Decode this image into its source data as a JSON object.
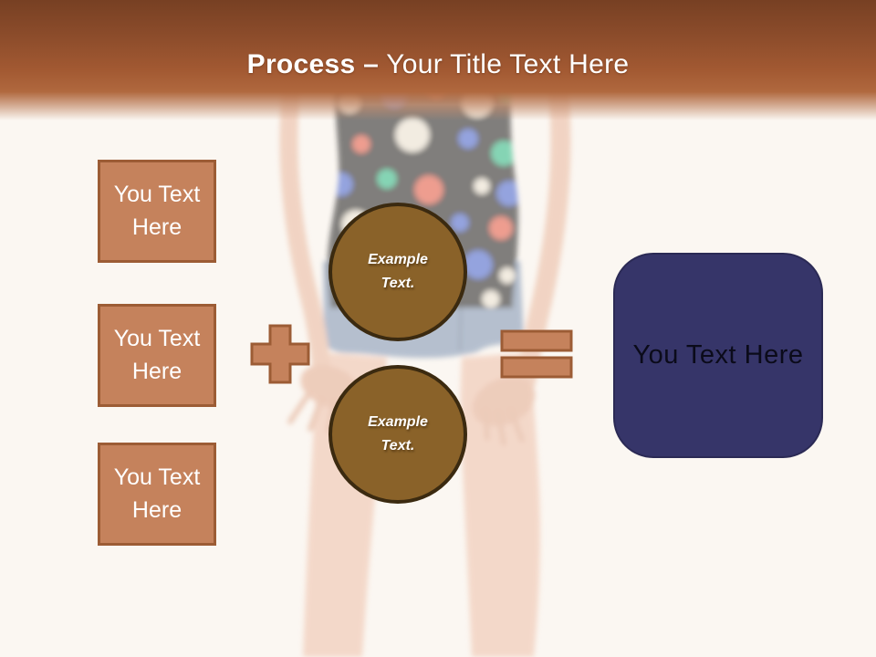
{
  "slide": {
    "background_color": "#fbf7f2",
    "header": {
      "title_bold": "Process –",
      "title_rest": "Your Title Text Here",
      "gradient_top": "#774023",
      "gradient_mid": "#a25932",
      "text_color": "#ffffff"
    },
    "left_boxes": [
      {
        "label": "You Text Here"
      },
      {
        "label": "You Text Here"
      },
      {
        "label": "You Text Here"
      }
    ],
    "circles": [
      {
        "label": "Example Text."
      },
      {
        "label": "Example Text."
      }
    ],
    "operators": {
      "plus": "plus-icon",
      "equals": "equals-icon"
    },
    "result_box": {
      "label": "You Text Here"
    },
    "colors": {
      "box_fill": "#c5825c",
      "box_border": "#9c5c35",
      "circle_fill": "#8a6229",
      "circle_border": "#3b2a10",
      "result_fill": "#363569",
      "result_text": "#0b0b1a"
    }
  }
}
